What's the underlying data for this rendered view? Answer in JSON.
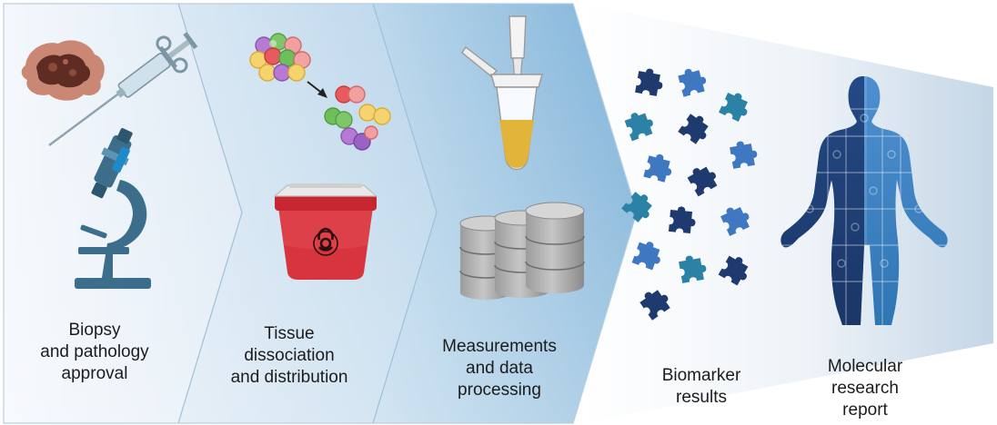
{
  "steps": [
    {
      "id": "biopsy",
      "lines": [
        "Biopsy",
        "and pathology",
        "approval"
      ]
    },
    {
      "id": "tissue",
      "lines": [
        "Tissue",
        "dissociation",
        "and distribution"
      ]
    },
    {
      "id": "measurements",
      "lines": [
        "Measurements",
        "and data",
        "processing"
      ]
    },
    {
      "id": "biomarker",
      "lines": [
        "Biomarker",
        "results"
      ]
    },
    {
      "id": "report",
      "lines": [
        "Molecular",
        "research",
        "report"
      ]
    }
  ],
  "colors": {
    "panel_light": "#eef5fb",
    "panel_mid": "#bcd8ec",
    "panel_dark": "#6ea8d2",
    "puzzle_navy": "#1f3a6e",
    "puzzle_blue": "#3f78c0",
    "puzzle_teal": "#2b82a6",
    "container_red": "#d8343e",
    "microscope": "#3c6d8a",
    "tube_liquid": "#e3b43a",
    "database_gray": "#a9a9a9"
  },
  "icons": [
    "tissue-sample-icon",
    "syringe-icon",
    "microscope-icon",
    "cells-icon",
    "arrow-icon",
    "biohazard-container-icon",
    "biohazard-symbol-icon",
    "pipette-icon",
    "tube-icon",
    "database-icon",
    "puzzle-piece-icon",
    "human-figure-icon"
  ]
}
